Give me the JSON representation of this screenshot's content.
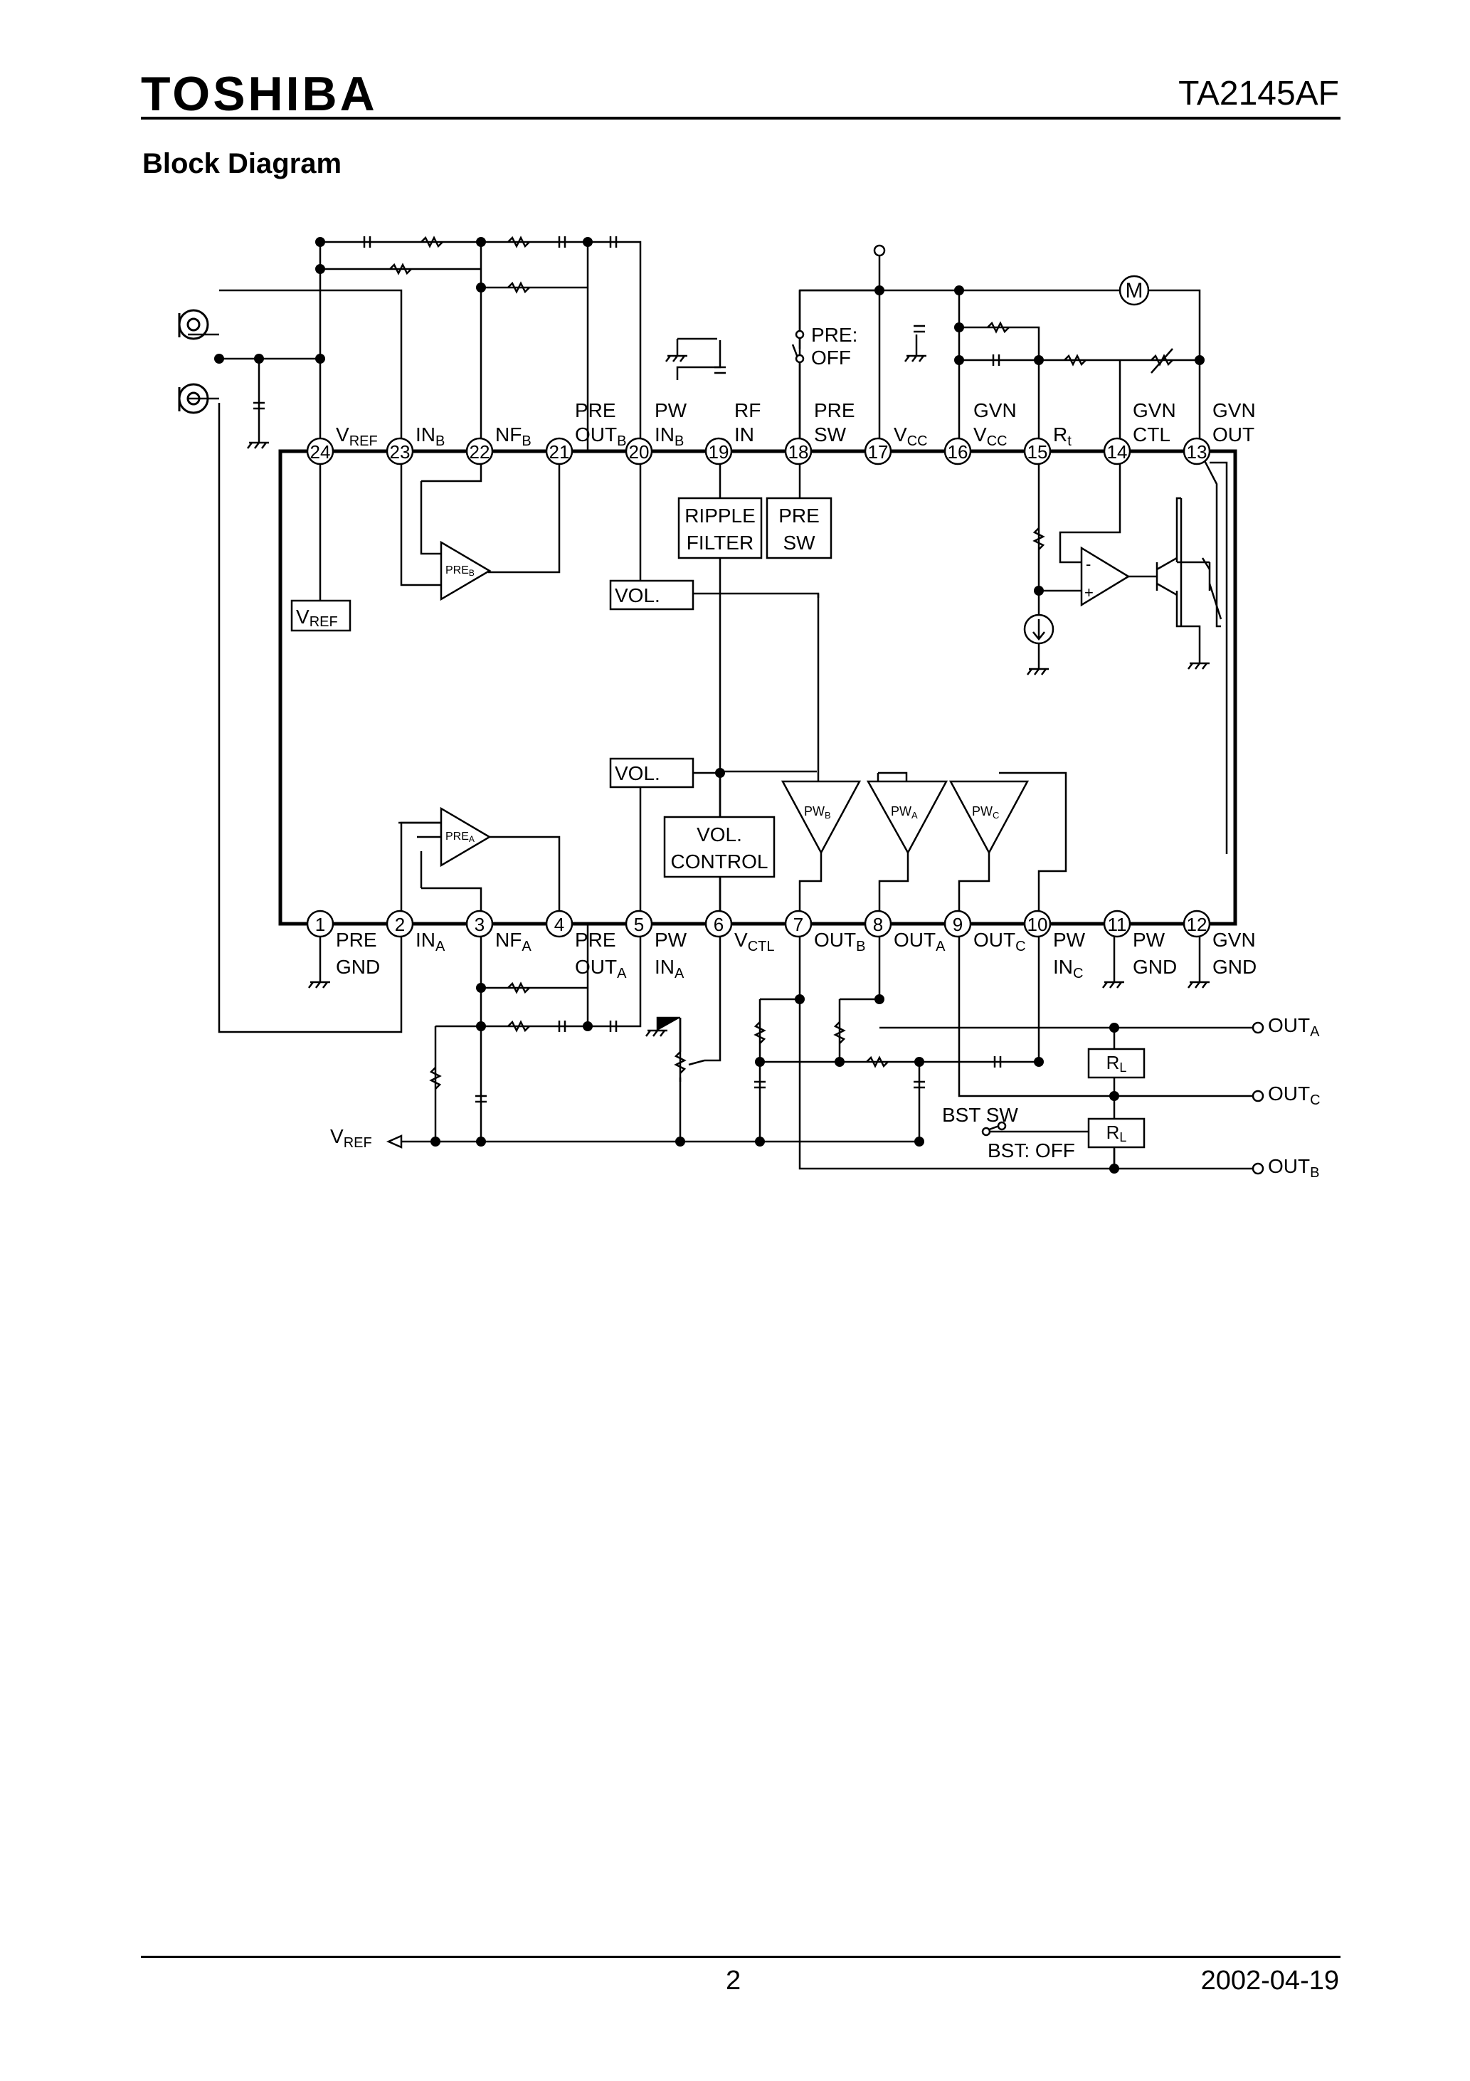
{
  "header": {
    "brand": "TOSHIBA",
    "part_number": "TA2145AF"
  },
  "section_title": "Block Diagram",
  "diagram": {
    "top_pins": [
      {
        "num": "24",
        "label": "V",
        "sub": "REF"
      },
      {
        "num": "23",
        "label": "IN",
        "sub": "B"
      },
      {
        "num": "22",
        "label": "NF",
        "sub": "B"
      },
      {
        "num": "21",
        "label": "PRE",
        "label2": "OUT",
        "sub2": "B"
      },
      {
        "num": "20",
        "label": "PW",
        "label2": "IN",
        "sub2": "B"
      },
      {
        "num": "19",
        "label": "RF",
        "label2": "IN"
      },
      {
        "num": "18",
        "label": "PRE",
        "label2": "SW"
      },
      {
        "num": "17",
        "label": "V",
        "sub": "CC"
      },
      {
        "num": "16",
        "label": "GVN",
        "label2": "V",
        "sub2": "CC"
      },
      {
        "num": "15",
        "label": "R",
        "sub": "t"
      },
      {
        "num": "14",
        "label": "GVN",
        "label2": "CTL"
      },
      {
        "num": "13",
        "label": "GVN",
        "label2": "OUT"
      }
    ],
    "bottom_pins": [
      {
        "num": "1",
        "label": "PRE",
        "label2": "GND"
      },
      {
        "num": "2",
        "label": "IN",
        "sub": "A"
      },
      {
        "num": "3",
        "label": "NF",
        "sub": "A"
      },
      {
        "num": "4",
        "label": "PRE",
        "label2": "OUT",
        "sub2": "A"
      },
      {
        "num": "5",
        "label": "PW",
        "label2": "IN",
        "sub2": "A"
      },
      {
        "num": "6",
        "label": "V",
        "sub": "CTL"
      },
      {
        "num": "7",
        "label": "OUT",
        "sub": "B"
      },
      {
        "num": "8",
        "label": "OUT",
        "sub": "A"
      },
      {
        "num": "9",
        "label": "OUT",
        "sub": "C"
      },
      {
        "num": "10",
        "label": "PW",
        "label2": "IN",
        "sub2": "C"
      },
      {
        "num": "11",
        "label": "PW",
        "label2": "GND"
      },
      {
        "num": "12",
        "label": "GVN",
        "label2": "GND"
      }
    ],
    "blocks": {
      "ripple_filter": [
        "RIPPLE",
        "FILTER"
      ],
      "pre_sw": [
        "PRE",
        "SW"
      ],
      "vref": {
        "main": "V",
        "sub": "REF"
      },
      "vol_top": "VOL.",
      "vol_bottom": "VOL.",
      "vol_control": [
        "VOL.",
        "CONTROL"
      ],
      "motor": "M"
    },
    "amplifiers": {
      "pre_b": {
        "main": "PRE",
        "sub": "B"
      },
      "pre_a": {
        "main": "PRE",
        "sub": "A"
      },
      "pw_b": {
        "main": "PW",
        "sub": "B"
      },
      "pw_a": {
        "main": "PW",
        "sub": "A"
      },
      "pw_c": {
        "main": "PW",
        "sub": "C"
      }
    },
    "labels": {
      "pre_off": [
        "PRE:",
        "OFF"
      ],
      "bst_sw": "BST SW",
      "bst_off": "BST: OFF",
      "vref_left": {
        "main": "V",
        "sub": "REF"
      },
      "rl": {
        "main": "R",
        "sub": "L"
      },
      "out_a": {
        "main": "OUT",
        "sub": "A"
      },
      "out_c": {
        "main": "OUT",
        "sub": "C"
      },
      "out_b": {
        "main": "OUT",
        "sub": "B"
      }
    }
  },
  "footer": {
    "page": "2",
    "date": "2002-04-19"
  }
}
